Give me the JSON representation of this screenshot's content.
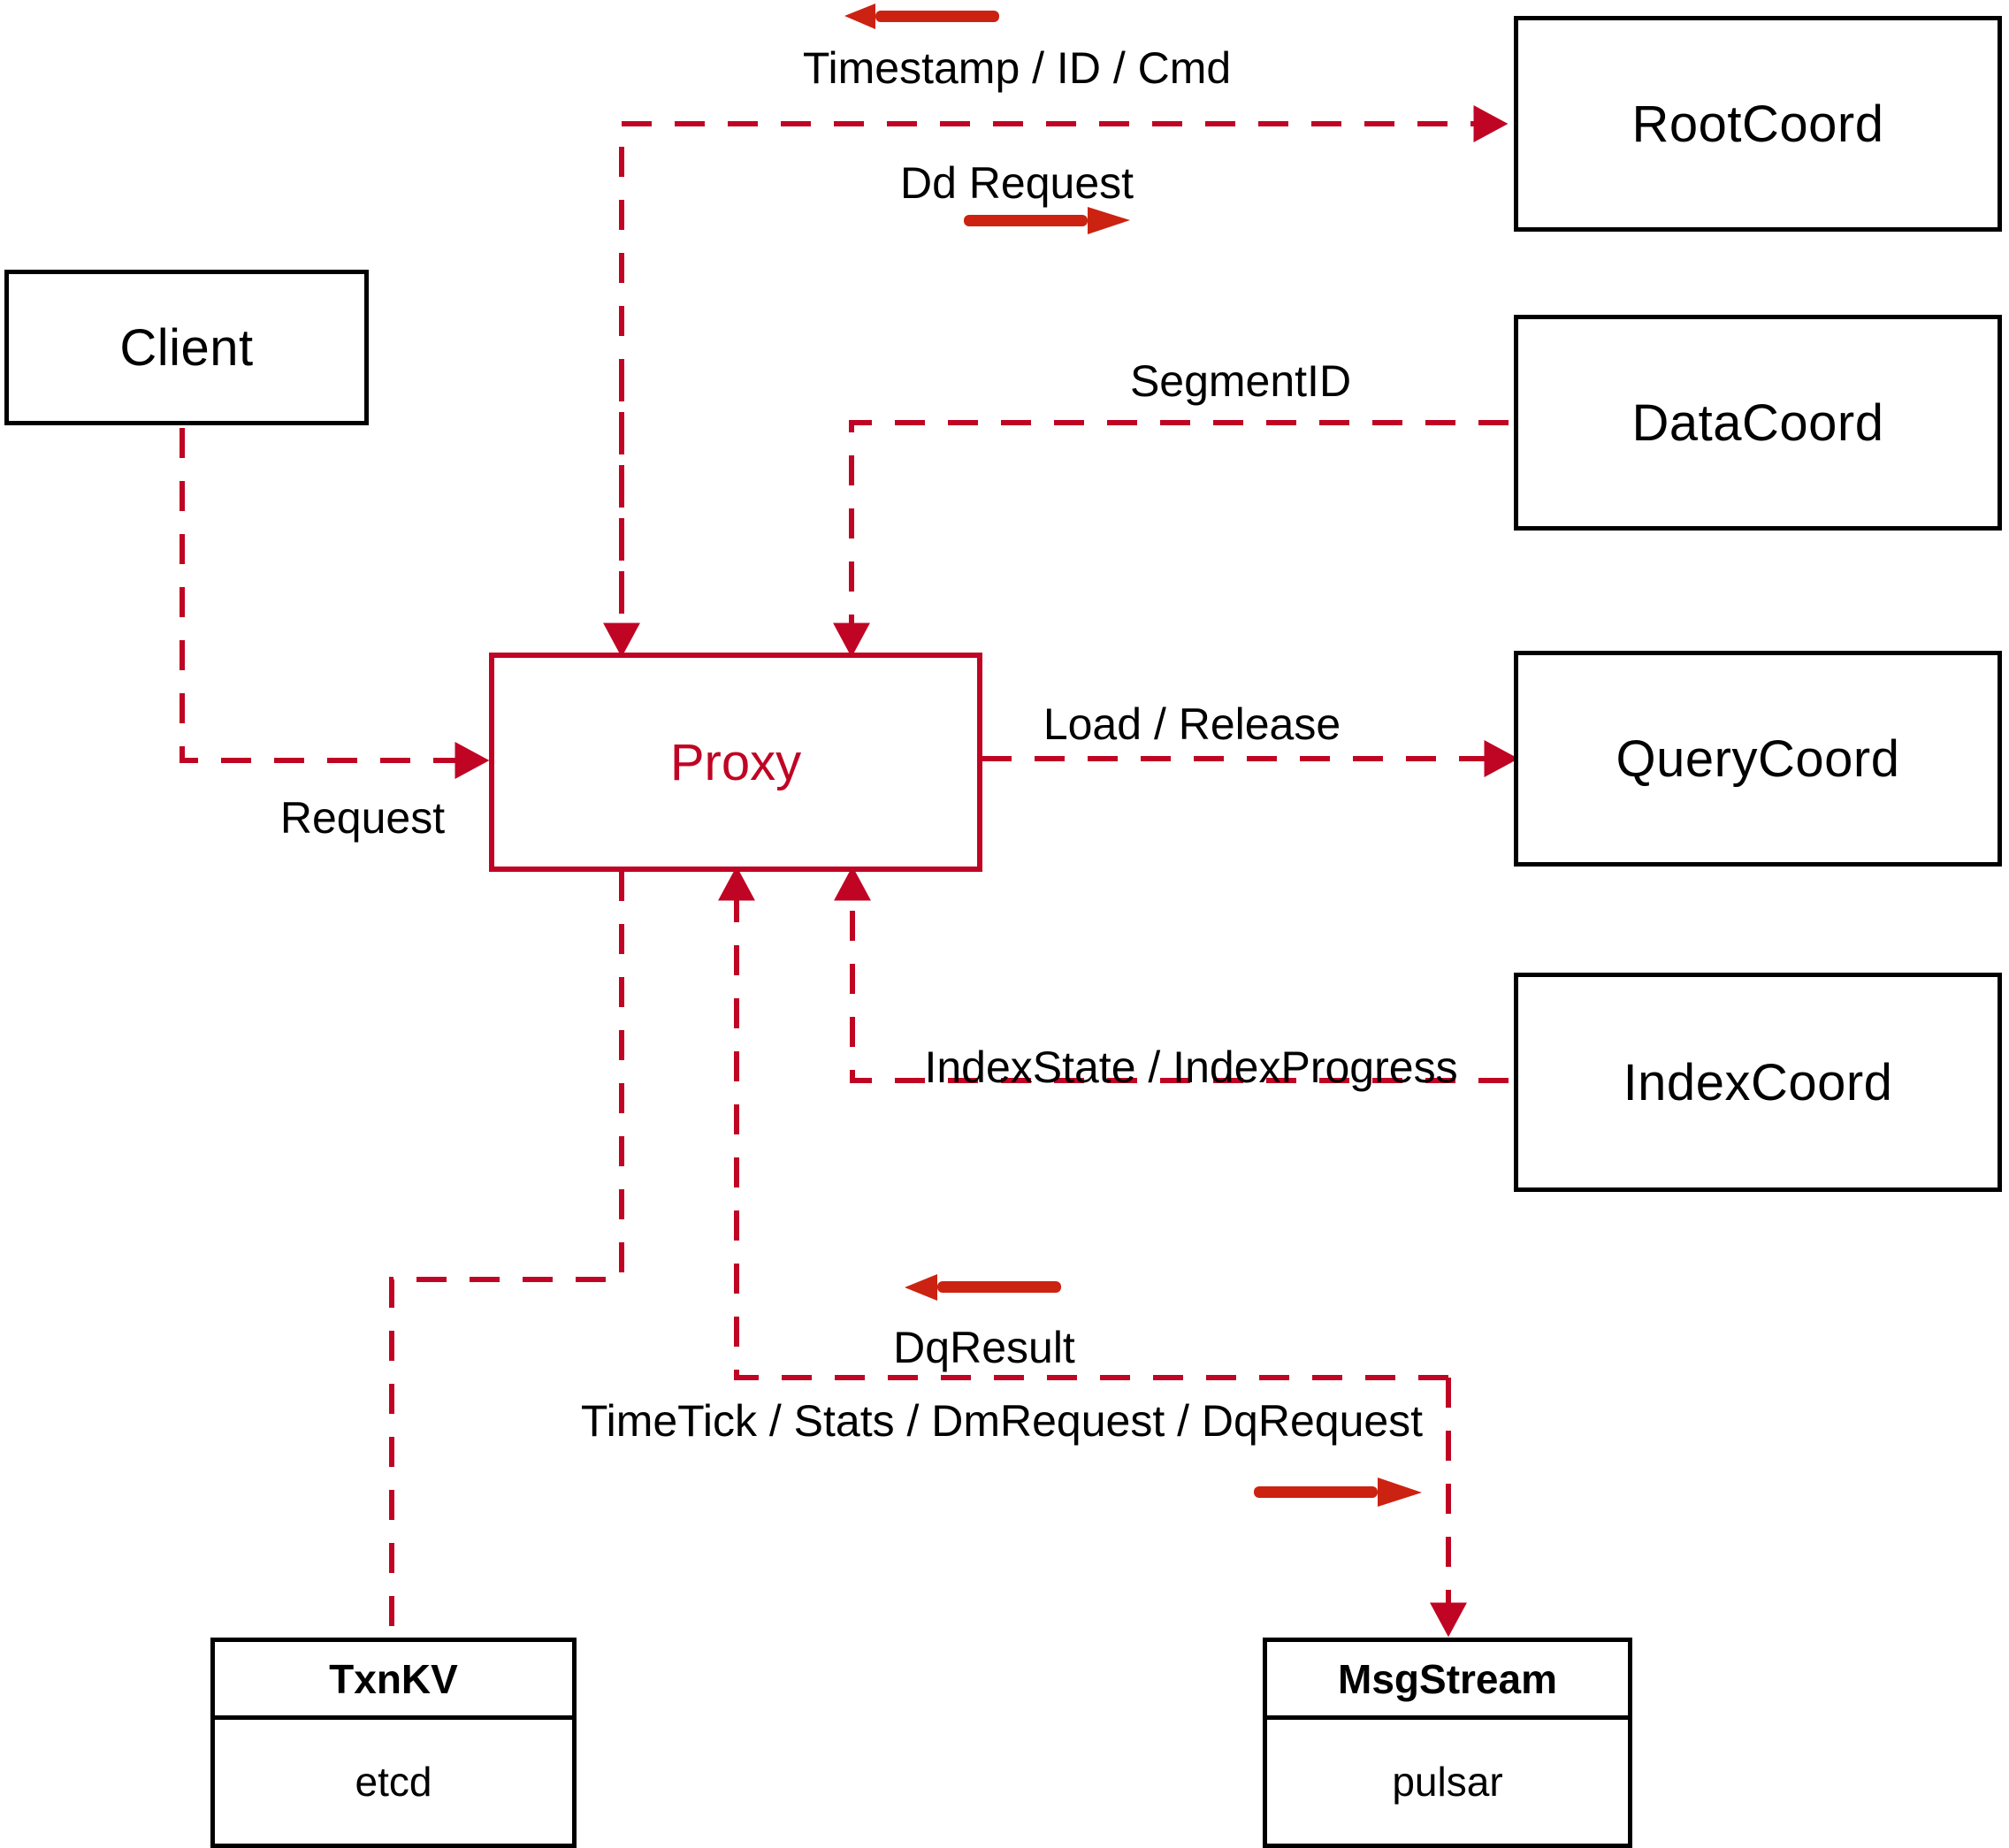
{
  "diagram": {
    "title": "Milvus Proxy interaction diagram",
    "colors": {
      "dashed_edge": "#C00424",
      "solid_arrow": "#CC2211",
      "node_border": "#000000",
      "proxy_border": "#C00424",
      "proxy_text": "#C00424",
      "background": "#FFFFFF"
    },
    "nodes": [
      {
        "id": "client",
        "label": "Client"
      },
      {
        "id": "proxy",
        "label": "Proxy"
      },
      {
        "id": "rootcoord",
        "label": "RootCoord"
      },
      {
        "id": "datacoord",
        "label": "DataCoord"
      },
      {
        "id": "querycoord",
        "label": "QueryCoord"
      },
      {
        "id": "indexcoord",
        "label": "IndexCoord"
      }
    ],
    "stores": [
      {
        "id": "txnkv",
        "title": "TxnKV",
        "impl": "etcd"
      },
      {
        "id": "msgstream",
        "title": "MsgStream",
        "impl": "pulsar"
      }
    ],
    "edge_labels": [
      {
        "id": "timestamp-id-cmd",
        "text": "Timestamp / ID / Cmd"
      },
      {
        "id": "dd-request",
        "text": "Dd Request"
      },
      {
        "id": "segment-id",
        "text": "SegmentID"
      },
      {
        "id": "load-release",
        "text": "Load / Release"
      },
      {
        "id": "index-state",
        "text": "IndexState / IndexProgress"
      },
      {
        "id": "request",
        "text": "Request"
      },
      {
        "id": "dq-result",
        "text": "DqResult"
      },
      {
        "id": "timetick-stats",
        "text": "TimeTick / Stats / DmRequest / DqRequest"
      }
    ]
  }
}
